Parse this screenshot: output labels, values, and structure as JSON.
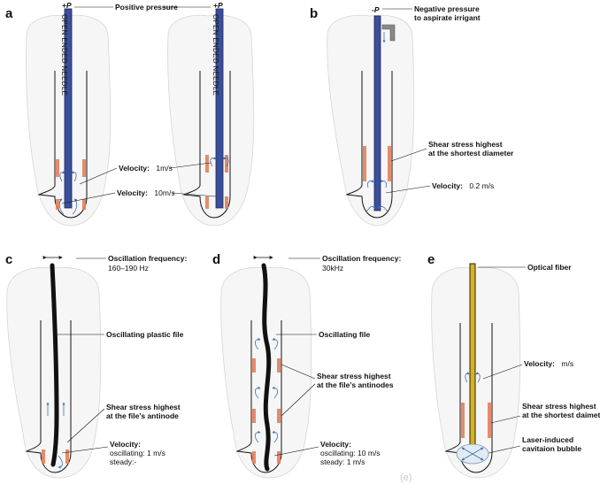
{
  "panels": {
    "a": {
      "letter": "a",
      "pressure_marker": "+P",
      "needle_label": "OPEN ENDED NEEDLE",
      "pressure_label": "Positive pressure",
      "velocity1_label": "Velocity:",
      "velocity1_value": "1m/s",
      "velocity2_label": "Velocity:",
      "velocity2_value": "10m/s"
    },
    "b": {
      "letter": "b",
      "pressure_marker": "-P",
      "pressure_label_line1": "Negative pressure",
      "pressure_label_line2": "to aspirate irrigant",
      "shear_line1": "Shear stress highest",
      "shear_line2": "at the shortest diameter",
      "velocity_label": "Velocity:",
      "velocity_value": "0.2 m/s"
    },
    "c": {
      "letter": "c",
      "freq_label": "Oscillation frequency:",
      "freq_value": "160–190 Hz",
      "file_label": "Oscillating plastic file",
      "shear_line1": "Shear stress highest",
      "shear_line2": "at the file’s antinode",
      "velocity_label": "Velocity:",
      "velocity_line1": "oscillating: 1 m/s",
      "velocity_line2": "steady:-"
    },
    "d": {
      "letter": "d",
      "freq_label": "Oscillation frequency:",
      "freq_value": "30kHz",
      "file_label": "Oscillating file",
      "shear_line1": "Shear stress highest",
      "shear_line2": "at the file’s antinodes",
      "velocity_label": "Velocity:",
      "velocity_line1": "oscillating: 10 m/s",
      "velocity_line2": "steady: 1 m/s"
    },
    "e": {
      "letter": "e",
      "fiber_label": "Optical fiber",
      "velocity_label": "Velocity:",
      "velocity_value": "m/s",
      "shear_line1": "Shear stress highest",
      "shear_line2": "at the shortest daimeter",
      "bubble_line1": "Laser-induced",
      "bubble_line2": "cavitaion bubble"
    }
  },
  "colors": {
    "needle": "#3a4f9c",
    "stress": "#e67e5a",
    "flow": "#3c6fb3",
    "fiber": "#d8b21a"
  },
  "watermark": "(e)"
}
